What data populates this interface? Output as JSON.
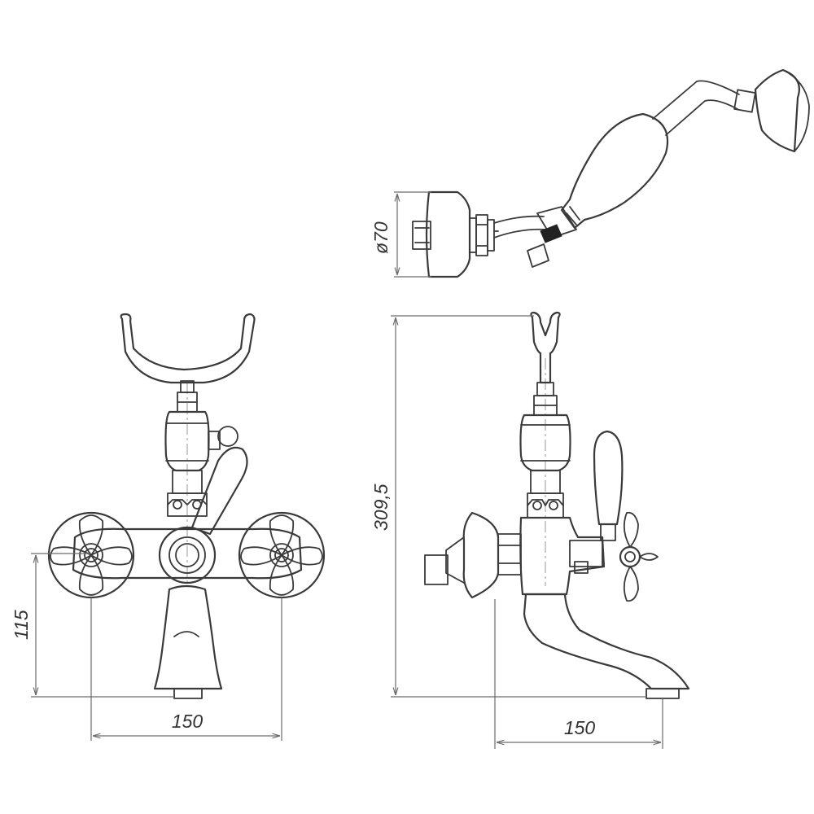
{
  "dimensions": {
    "front_height": "115",
    "front_width": "150",
    "side_height": "309,5",
    "side_width": "150",
    "shower_diameter": "ø70"
  },
  "colors": {
    "line": "#3a3a3a",
    "dimension_line": "#6b6b6b",
    "center_line": "#9a9a9a",
    "background": "#ffffff"
  }
}
